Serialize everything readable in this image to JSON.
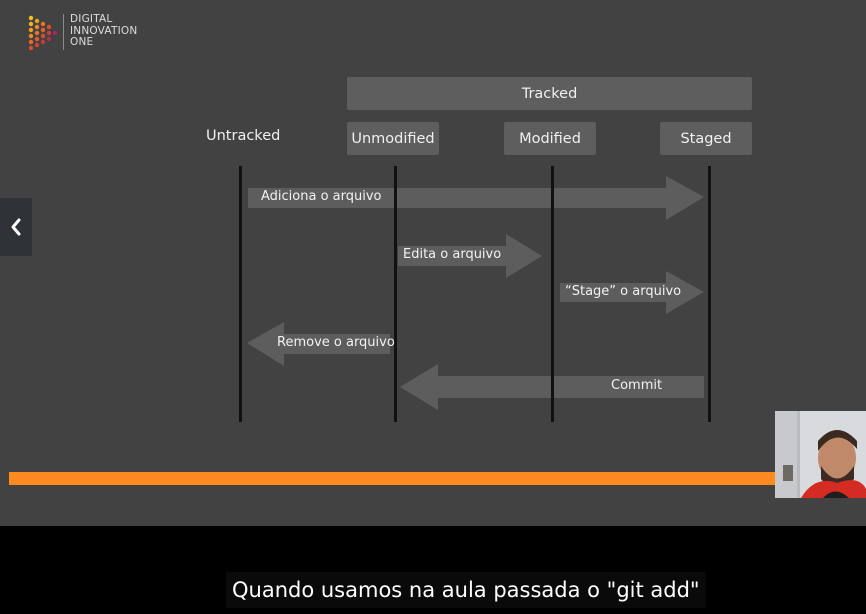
{
  "logo": {
    "line1": "DIGITAL",
    "line2": "INNOVATION",
    "line3": "ONE",
    "colors": [
      "#f5c223",
      "#f08a22",
      "#e94a2a",
      "#b52b52"
    ]
  },
  "diagram": {
    "tracked_label": "Tracked",
    "states": {
      "untracked": "Untracked",
      "unmodified": "Unmodified",
      "modified": "Modified",
      "staged": "Staged"
    },
    "transitions": {
      "add": "Adiciona o arquivo",
      "edit": "Edita o arquivo",
      "stage": "“Stage” o arquivo",
      "remove": "Remove o arquivo",
      "commit": "Commit"
    }
  },
  "player": {
    "prev_icon": "chevron-left-icon",
    "progress_color": "#ff8a1f",
    "caption": "Quando usamos na aula passada o \"git add\""
  }
}
